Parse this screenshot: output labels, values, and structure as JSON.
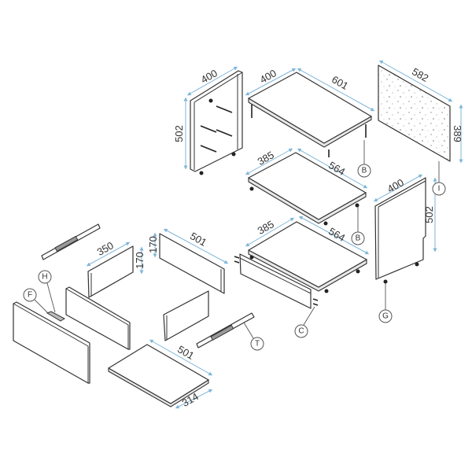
{
  "diagram": {
    "title": "Drawer cabinet assembly - exploded view",
    "dimensions": {
      "left_side_width": "400",
      "left_side_height": "502",
      "top_depth": "400",
      "top_width": "601",
      "back_width": "582",
      "back_height": "389",
      "shelf1_depth": "385",
      "shelf1_width": "564",
      "shelf2_depth": "385",
      "shelf2_width": "564",
      "right_side_width": "400",
      "right_side_height": "502",
      "drawer_side_length": "350",
      "drawer_side_height": "170",
      "drawer_back_height": "170",
      "drawer_back_length": "501",
      "drawer_bottom_length": "501",
      "drawer_bottom_depth": "314"
    },
    "callouts": {
      "b1": "B",
      "b2": "B",
      "i": "I",
      "g": "G",
      "c": "C",
      "t": "T",
      "f": "F",
      "h": "H"
    },
    "colors": {
      "dimension_line": "#7fb6d9",
      "outline": "#333333"
    }
  }
}
